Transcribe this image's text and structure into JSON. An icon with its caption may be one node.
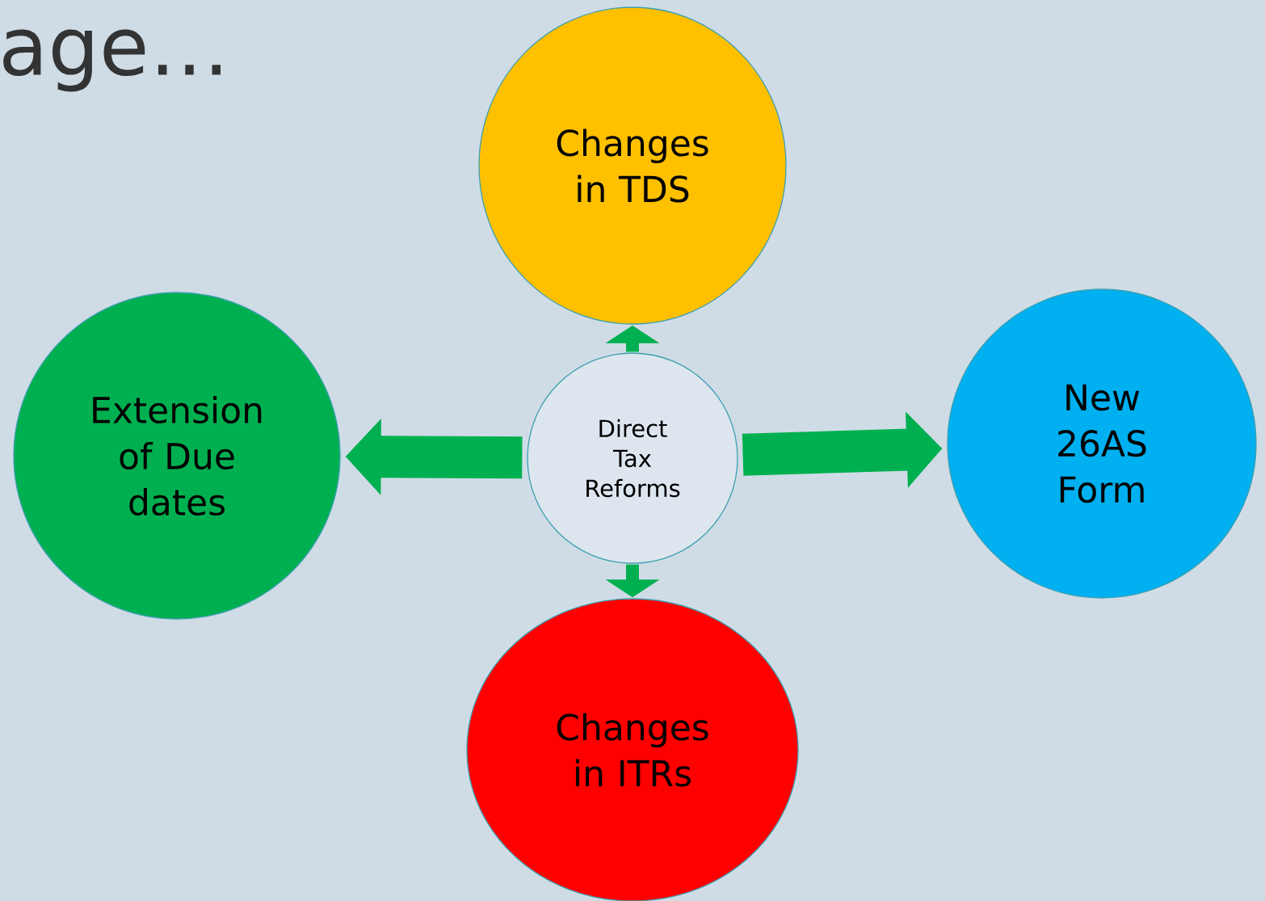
{
  "diagram": {
    "title": "age…",
    "nodes": [
      {
        "text": [
          "Direct Tax Reforms"
        ]
      },
      {
        "text": [
          "Changes in TDS"
        ]
      },
      {
        "text": [
          "New 26AS Form"
        ]
      },
      {
        "text": [
          "Changes in ITRs"
        ]
      },
      {
        "text": [
          "Extension of Due dates"
        ]
      }
    ],
    "edges": [
      {
        "from": 0,
        "to": 1,
        "arrow": "to"
      },
      {
        "from": 0,
        "to": 2,
        "arrow": "to",
        "style": "thick"
      },
      {
        "from": 0,
        "to": 3,
        "arrow": "to"
      },
      {
        "from": 0,
        "to": 4,
        "arrow": "to",
        "style": "thick"
      }
    ]
  }
}
